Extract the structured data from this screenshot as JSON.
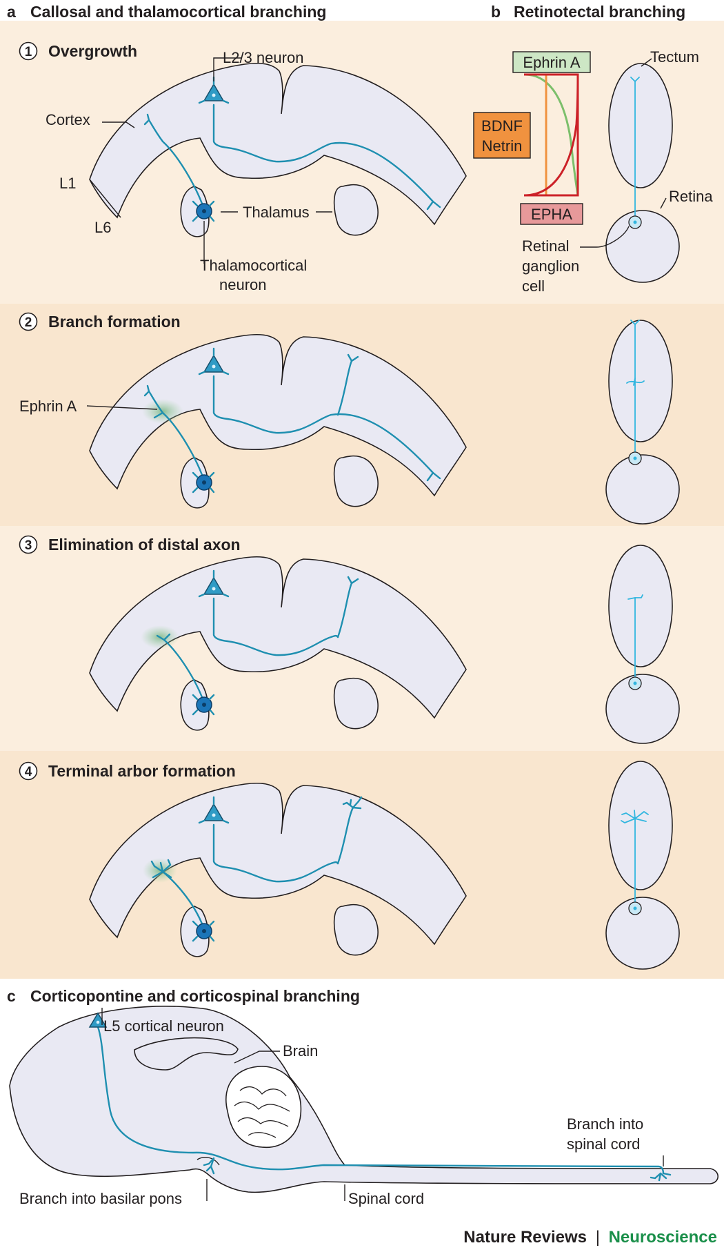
{
  "colors": {
    "panel_bg_a": "#fbeede",
    "panel_bg_b": "#f8e4cc",
    "brain_fill": "#e9e9f3",
    "axon": "#1e8fb0",
    "retina_axon": "#31b6df",
    "soma": "#1b75b8",
    "ephrin_green": "#8fc28f",
    "bdnf_orange": "#f0923f",
    "epha_red": "#cc2128",
    "brand_green": "#1a8f4a"
  },
  "panel_a": {
    "letter": "a",
    "title": "Callosal and thalamocortical branching",
    "labels": {
      "cortex": "Cortex",
      "l1": "L1",
      "l6": "L6",
      "l23_neuron": "L2/3 neuron",
      "thalamus": "Thalamus",
      "thalamocortical_1": "Thalamocortical",
      "thalamocortical_2": "neuron",
      "ephrin_a": "Ephrin A"
    },
    "stages": [
      {
        "number": "1",
        "title": "Overgrowth"
      },
      {
        "number": "2",
        "title": "Branch formation"
      },
      {
        "number": "3",
        "title": "Elimination of distal axon"
      },
      {
        "number": "4",
        "title": "Terminal arbor formation"
      }
    ]
  },
  "panel_b": {
    "letter": "b",
    "title": "Retinotectal branching",
    "labels": {
      "ephrin_a": "Ephrin A",
      "bdnf": "BDNF",
      "netrin": "Netrin",
      "epha": "EPHA",
      "tectum": "Tectum",
      "retina": "Retina",
      "rgc_1": "Retinal",
      "rgc_2": "ganglion",
      "rgc_3": "cell"
    }
  },
  "panel_c": {
    "letter": "c",
    "title": "Corticopontine and corticospinal branching",
    "labels": {
      "l5_neuron": "L5 cortical neuron",
      "brain": "Brain",
      "spinal_branch_1": "Branch into",
      "spinal_branch_2": "spinal cord",
      "pons_branch": "Branch into basilar pons",
      "spinal_cord": "Spinal cord"
    }
  },
  "footer": {
    "journal": "Nature Reviews",
    "separator": "|",
    "section": "Neuroscience"
  }
}
